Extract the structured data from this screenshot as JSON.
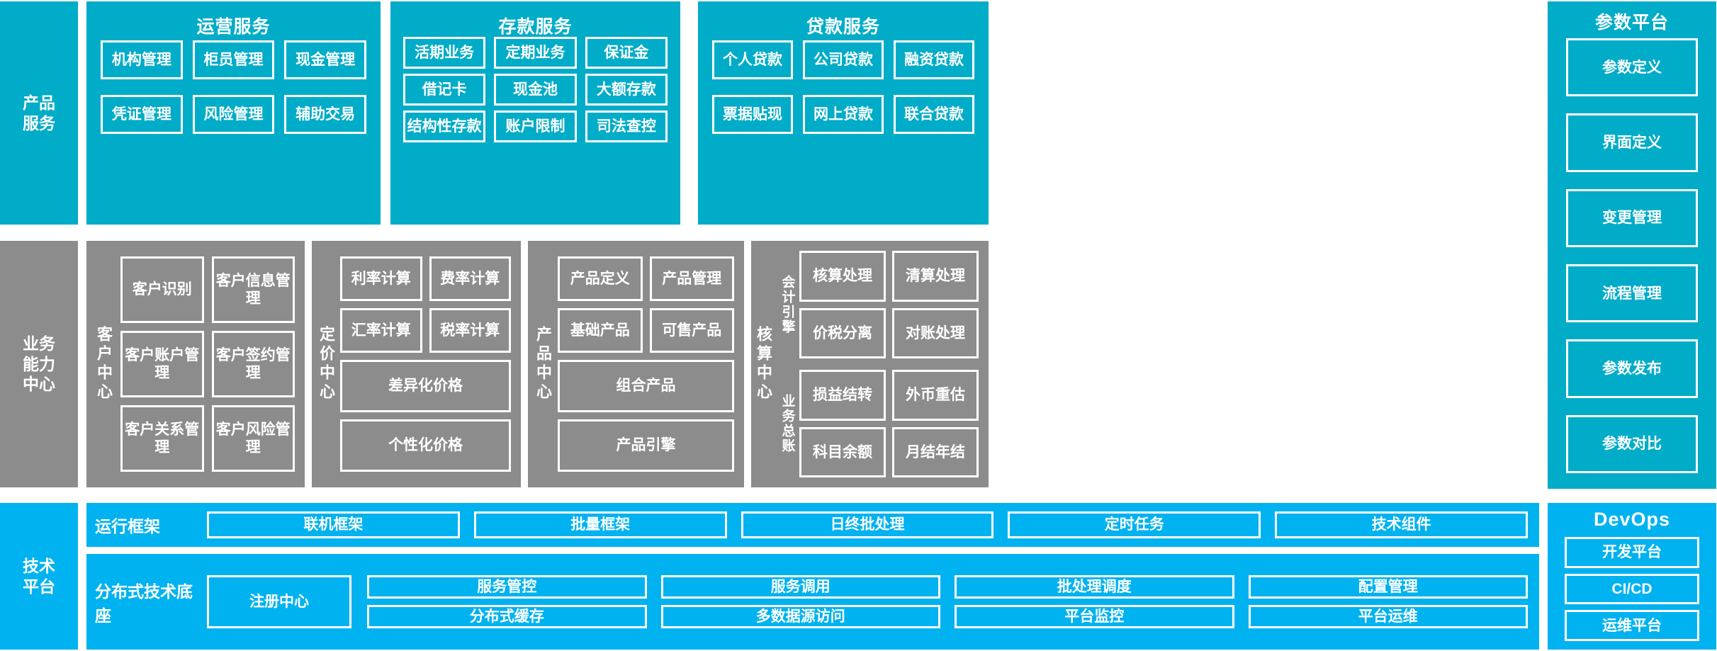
{
  "colors": {
    "teal": "#00ACC8",
    "gray": "#8C8C8C",
    "blue": "#00B2F0",
    "border": "#FFFFFF"
  },
  "bands": {
    "product_services": {
      "spine_label": "产品\n服务",
      "groups": [
        {
          "title": "运营服务",
          "cells": [
            "机构管理",
            "柜员管理",
            "现金管理",
            "凭证管理",
            "风险管理",
            "辅助交易"
          ]
        },
        {
          "title": "存款服务",
          "cells": [
            "活期业务",
            "定期业务",
            "保证金",
            "借记卡",
            "现金池",
            "大额存款",
            "结构性存款",
            "账户限制",
            "司法查控"
          ]
        },
        {
          "title": "贷款服务",
          "cells": [
            "个人贷款",
            "公司贷款",
            "融资贷款",
            "票据贴现",
            "网上贷款",
            "联合贷款"
          ]
        }
      ]
    },
    "parameter_platform": {
      "title": "参数平台",
      "cells": [
        "参数定义",
        "界面定义",
        "变更管理",
        "流程管理",
        "参数发布",
        "参数对比"
      ]
    },
    "business_capability": {
      "spine_label": "业务\n能力\n中心",
      "centers": [
        {
          "vlabel": "客户中心",
          "cells": [
            "客户识别",
            "客户信息管理",
            "客户账户管理",
            "客户签约管理",
            "客户关系管理",
            "客户风险管理"
          ]
        },
        {
          "vlabel": "定价中心",
          "cells": [
            "利率计算",
            "费率计算",
            "汇率计算",
            "税率计算"
          ],
          "wide_cells": [
            "差异化价格",
            "个性化价格"
          ]
        },
        {
          "vlabel": "产品中心",
          "cells": [
            "产品定义",
            "产品管理",
            "基础产品",
            "可售产品"
          ],
          "wide_cells": [
            "组合产品",
            "产品引擎"
          ]
        },
        {
          "vlabel": "核算中心",
          "subgroups": [
            {
              "vlabel": "会计引擎",
              "cells": [
                "核算处理",
                "清算处理",
                "价税分离",
                "对账处理"
              ]
            },
            {
              "vlabel": "业务总账",
              "cells": [
                "损益结转",
                "外币重估",
                "科目余额",
                "月结年结"
              ]
            }
          ]
        }
      ]
    },
    "technology_platform": {
      "spine_label": "技术\n平台",
      "rows": [
        {
          "label": "运行框架",
          "cells": [
            "联机框架",
            "批量框架",
            "日终批处理",
            "定时任务",
            "技术组件"
          ]
        },
        {
          "label": "分布式技术底座",
          "anchor_cell": "注册中心",
          "top_cells": [
            "服务管控",
            "服务调用",
            "批处理调度",
            "配置管理"
          ],
          "bottom_cells": [
            "分布式缓存",
            "多数据源访问",
            "平台监控",
            "平台运维"
          ]
        }
      ]
    },
    "devops": {
      "title": "DevOps",
      "cells": [
        "开发平台",
        "CI/CD",
        "运维平台"
      ]
    }
  }
}
